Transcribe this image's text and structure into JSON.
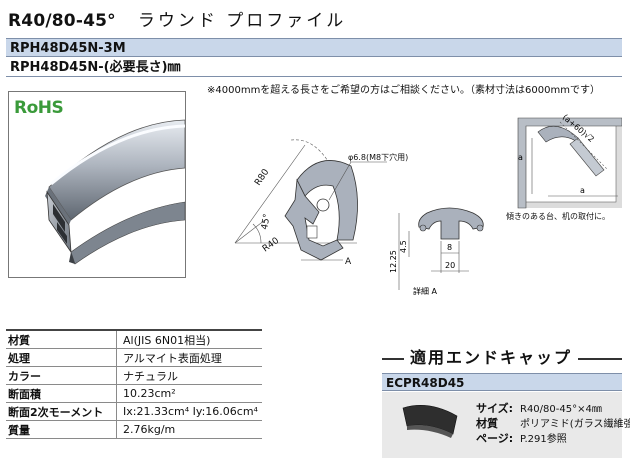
{
  "header": {
    "model": "R40/80-45°",
    "name_jp": "ラウンド プロファイル"
  },
  "part_numbers": {
    "standard": "RPH48D45N-3M",
    "custom": "RPH48D45N-(必要長さ)㎜"
  },
  "note": "※4000mmを超える長さをご希望の方はご相談ください。（素材寸法は6000mmです）",
  "photo": {
    "logo": "RoHS"
  },
  "diagram": {
    "radius_outer": "R80",
    "radius_inner": "R40",
    "angle": "45°",
    "hole_label": "φ6.8(M8下穴用)",
    "detail_marker": "A"
  },
  "detail": {
    "dim_height": "12.25",
    "dim_slot": "4.5",
    "dim_opening": "8",
    "dim_width": "20",
    "caption": "詳細 A"
  },
  "corner": {
    "dim_a": "a",
    "dim_b": "(a+60)√2",
    "caption": "傾きのある台、机の取付に。"
  },
  "specs": [
    {
      "label": "材質",
      "value": "Al(JIS 6N01相当)"
    },
    {
      "label": "処理",
      "value": "アルマイト表面処理"
    },
    {
      "label": "カラー",
      "value": "ナチュラル"
    },
    {
      "label": "断面積",
      "value": "10.23cm²"
    },
    {
      "label": "断面2次モーメント",
      "value": "Ix:21.33cm⁴  Iy:16.06cm⁴"
    },
    {
      "label": "質量",
      "value": "2.76kg/m"
    }
  ],
  "end_cap": {
    "title": "適用エンドキャップ",
    "code": "ECPR48D45",
    "size_label": "サイズ:",
    "size_value": "R40/80-45°×4㎜",
    "material_label": "材質",
    "material_value": "ポリアミド(ガラス繊維強化)",
    "page_label": "ページ:",
    "page_value": "P.291参照"
  },
  "colors": {
    "band": "#c9d7ea",
    "rohs_green": "#3a9a3a",
    "profile_fill": "#aab1bc",
    "cap_fill": "#2e2e2e"
  }
}
